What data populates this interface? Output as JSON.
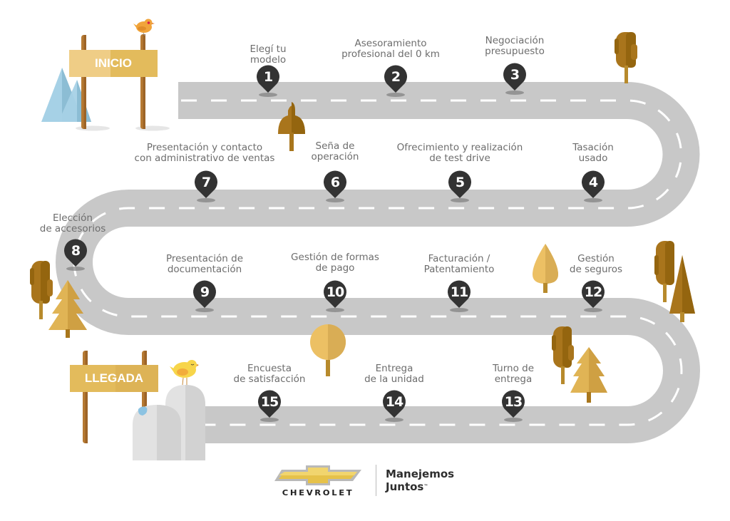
{
  "title": "Chevrolet - Manejemos Juntos: recorrido de compra",
  "signs": {
    "start": "INICIO",
    "end": "LLEGADA"
  },
  "steps": [
    {
      "number": "1",
      "lines": [
        "Elegí tu",
        "modelo"
      ]
    },
    {
      "number": "2",
      "lines": [
        "Asesoramiento",
        "profesional del 0 km"
      ]
    },
    {
      "number": "3",
      "lines": [
        "Negociación",
        "presupuesto"
      ]
    },
    {
      "number": "4",
      "lines": [
        "Tasación",
        "usado"
      ]
    },
    {
      "number": "5",
      "lines": [
        "Ofrecimiento y realización",
        "de test drive"
      ]
    },
    {
      "number": "6",
      "lines": [
        "Seña de",
        "operación"
      ]
    },
    {
      "number": "7",
      "lines": [
        "Presentación y contacto",
        "con administrativo de ventas"
      ]
    },
    {
      "number": "8",
      "lines": [
        "Elección",
        "de accesorios"
      ]
    },
    {
      "number": "9",
      "lines": [
        "Presentación de",
        "documentación"
      ]
    },
    {
      "number": "10",
      "lines": [
        "Gestión de formas",
        "de pago"
      ]
    },
    {
      "number": "11",
      "lines": [
        "Facturación /",
        "Patentamiento"
      ]
    },
    {
      "number": "12",
      "lines": [
        "Gestión",
        "de seguros"
      ]
    },
    {
      "number": "13",
      "lines": [
        "Turno de",
        "entrega"
      ]
    },
    {
      "number": "14",
      "lines": [
        "Entrega",
        "de la unidad"
      ]
    },
    {
      "number": "15",
      "lines": [
        "Encuesta",
        "de satisfacción"
      ]
    }
  ],
  "brand": {
    "name": "CHEVROLET",
    "slogan_line1": "Manejemos",
    "slogan_line2": "Juntos",
    "trademark": "™"
  },
  "colors": {
    "road": "#c8c8c8",
    "road_dash": "#ffffff",
    "pin": "#333333",
    "label_text": "#6d6d6d",
    "sign": "#e3bb5c",
    "sign_dark": "#d9ad4a",
    "post": "#b07a35",
    "tree_brown": "#a8761c",
    "tree_gold": "#e0b455",
    "mountain_blue": "#9ccbe2",
    "bowtie_gold": "#e6c24a"
  }
}
